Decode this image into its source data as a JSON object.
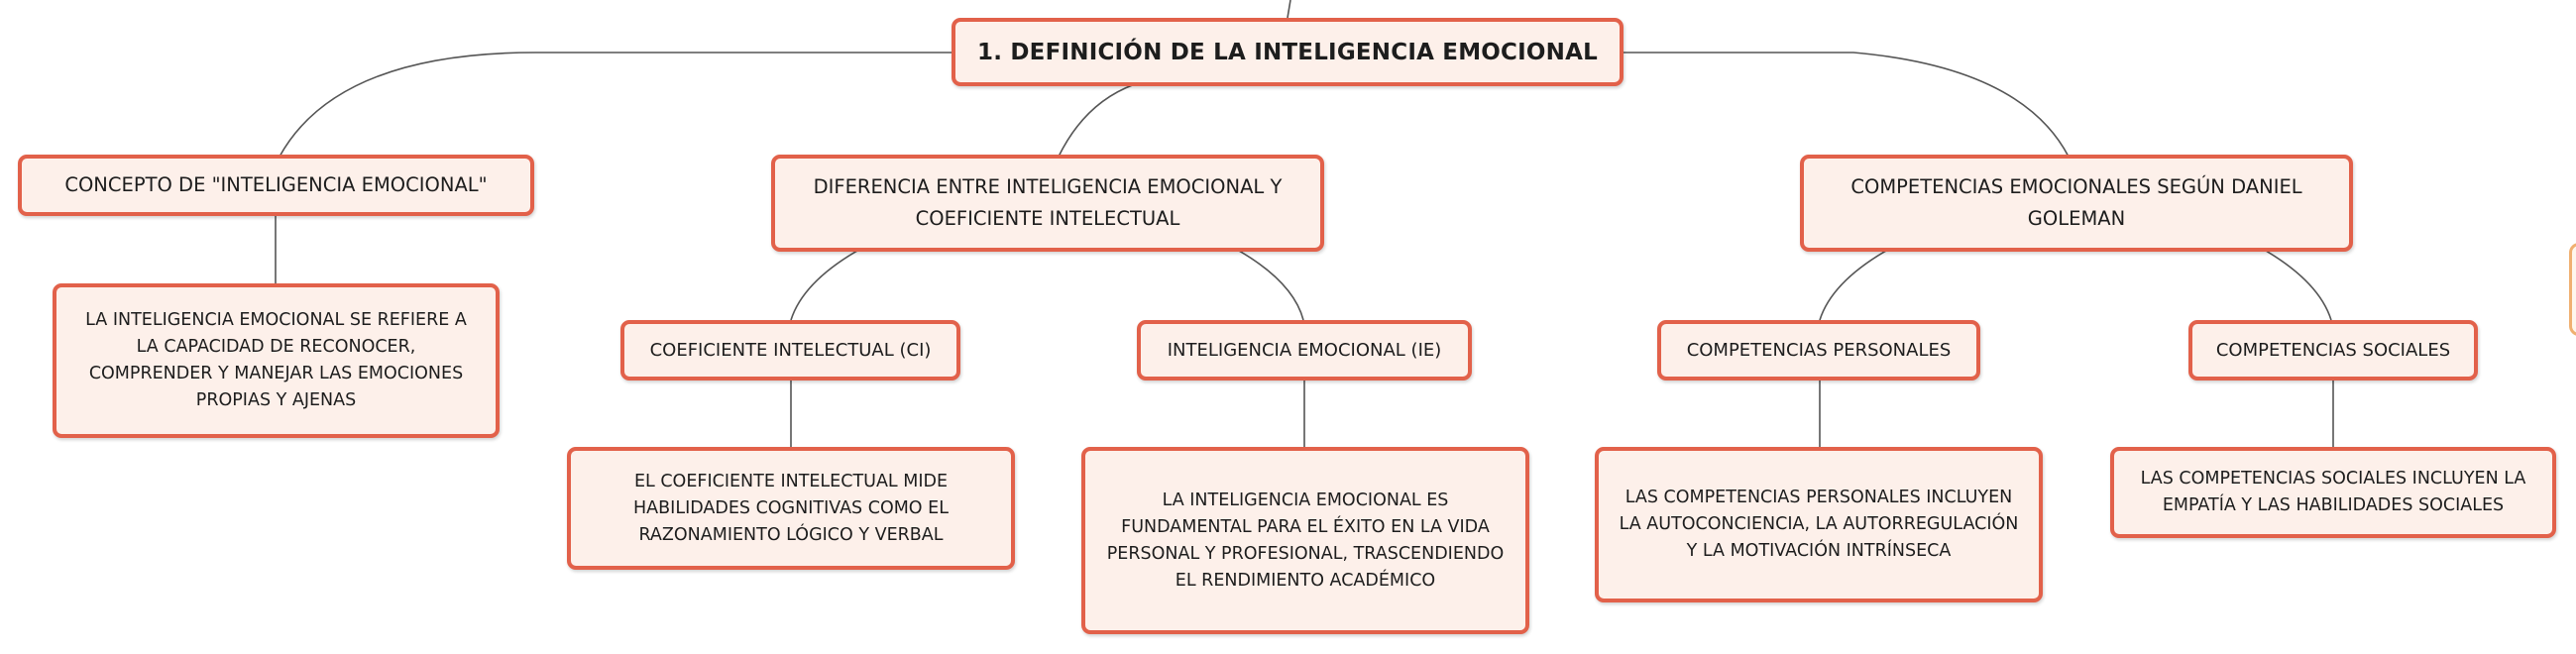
{
  "mindmap": {
    "root": {
      "label": "1. DEFINICIÓN DE LA INTELIGENCIA EMOCIONAL"
    },
    "branches": [
      {
        "label": "CONCEPTO DE \"INTELIGENCIA EMOCIONAL\"",
        "detail": "LA INTELIGENCIA EMOCIONAL SE REFIERE A LA CAPACIDAD DE RECONOCER, COMPRENDER Y MANEJAR LAS EMOCIONES PROPIAS Y AJENAS"
      },
      {
        "label": "DIFERENCIA ENTRE INTELIGENCIA EMOCIONAL Y COEFICIENTE INTELECTUAL",
        "children": [
          {
            "label": "COEFICIENTE INTELECTUAL (CI)",
            "detail": "EL COEFICIENTE INTELECTUAL MIDE HABILIDADES COGNITIVAS COMO EL RAZONAMIENTO LÓGICO Y VERBAL"
          },
          {
            "label": "INTELIGENCIA EMOCIONAL (IE)",
            "detail": "LA INTELIGENCIA EMOCIONAL ES FUNDAMENTAL PARA EL ÉXITO EN LA VIDA PERSONAL Y PROFESIONAL, TRASCENDIENDO EL RENDIMIENTO ACADÉMICO"
          }
        ]
      },
      {
        "label": "COMPETENCIAS EMOCIONALES SEGÚN DANIEL GOLEMAN",
        "children": [
          {
            "label": "COMPETENCIAS PERSONALES",
            "detail": "LAS COMPETENCIAS PERSONALES INCLUYEN LA AUTOCONCIENCIA, LA AUTORREGULACIÓN Y LA MOTIVACIÓN INTRÍNSECA"
          },
          {
            "label": "COMPETENCIAS SOCIALES",
            "detail": "LAS COMPETENCIAS SOCIALES INCLUYEN LA EMPATÍA Y LAS HABILIDADES SOCIALES"
          }
        ]
      }
    ]
  },
  "colors": {
    "node_border": "#e2614a",
    "node_fill": "#fdf0ea",
    "connector": "#555555"
  }
}
